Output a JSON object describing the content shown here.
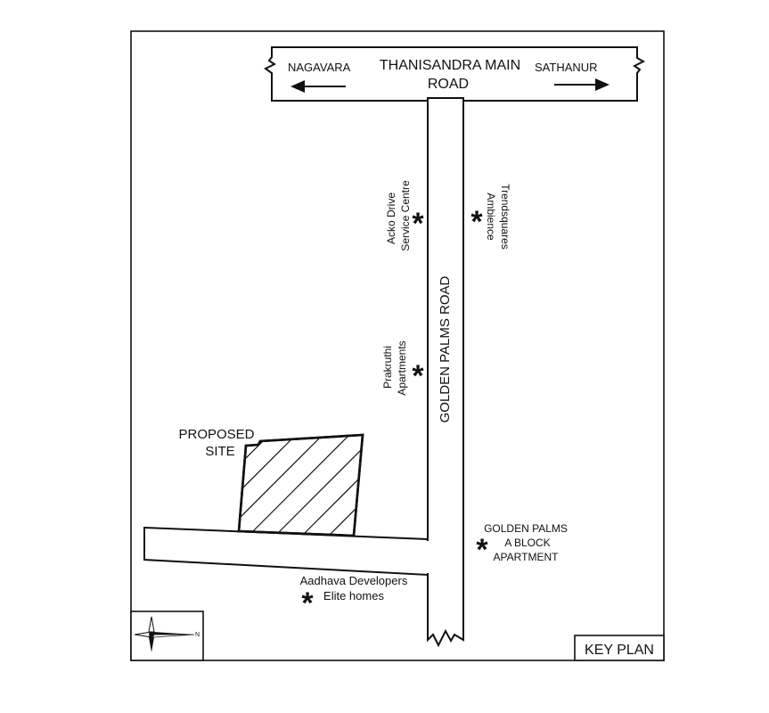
{
  "roads": {
    "main_road": "THANISANDRA MAIN ROAD",
    "main_road_line1": "THANISANDRA MAIN",
    "main_road_line2": "ROAD",
    "direction_left": "NAGAVARA",
    "direction_right": "SATHANUR",
    "side_road": "GOLDEN PALMS ROAD"
  },
  "site": {
    "label_line1": "PROPOSED",
    "label_line2": "SITE"
  },
  "landmarks": [
    {
      "id": "acko",
      "lines": [
        "Acko Drive",
        "Service Centre"
      ]
    },
    {
      "id": "trendsquares",
      "lines": [
        "Trendsquares",
        "Ambience"
      ]
    },
    {
      "id": "prakruthi",
      "lines": [
        "Prakruthi",
        "Apartments"
      ]
    },
    {
      "id": "golden-palms-a",
      "lines": [
        "GOLDEN PALMS",
        "A BLOCK",
        "APARTMENT"
      ]
    },
    {
      "id": "aadhava",
      "lines": [
        "Aadhava Developers",
        "Elite homes"
      ]
    }
  ],
  "marker_symbol": "*",
  "compass": {
    "north_label": "N"
  },
  "key_plan": "KEY PLAN"
}
